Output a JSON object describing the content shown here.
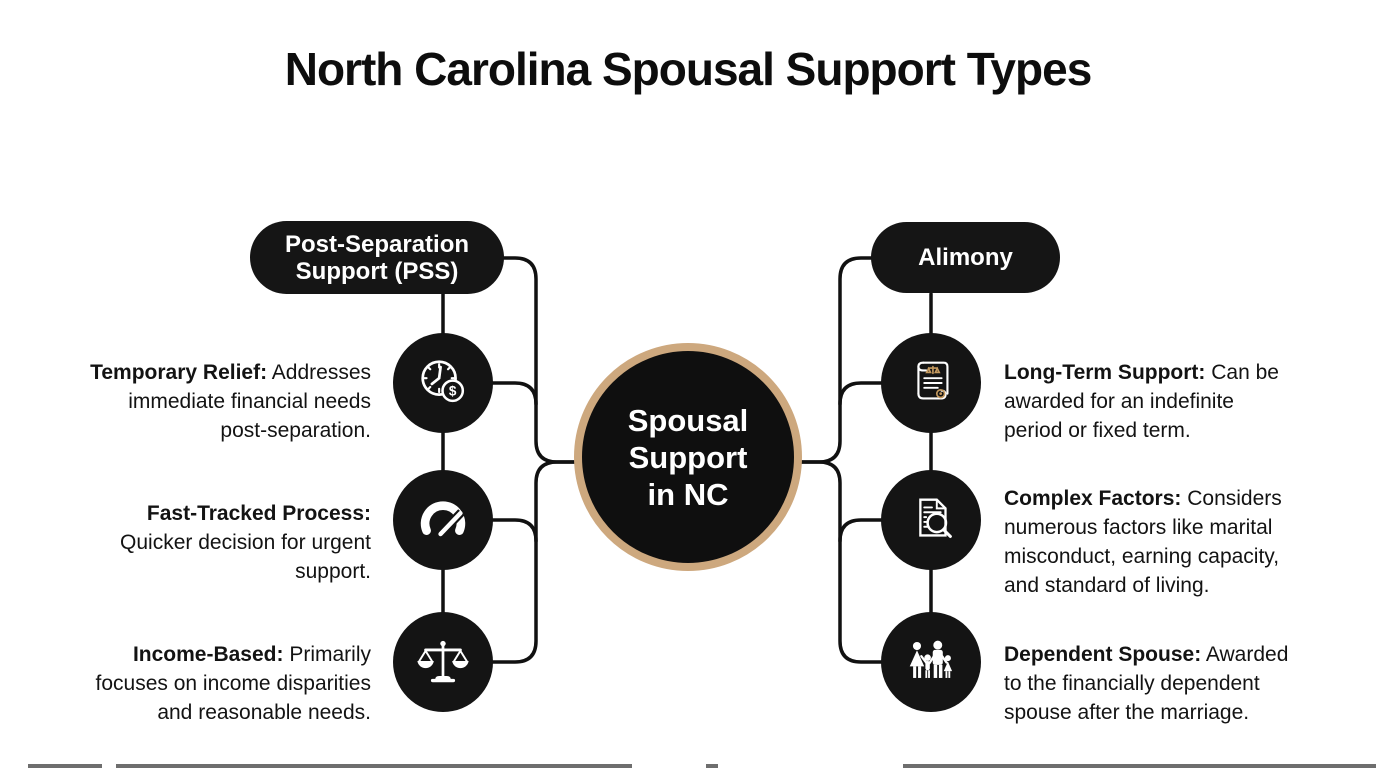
{
  "title": "North Carolina Spousal Support Types",
  "colors": {
    "node_fill": "#141414",
    "accent_border": "#cda87e",
    "connector": "#111111",
    "text": "#131313",
    "background": "#ffffff"
  },
  "center_node": {
    "line1": "Spousal",
    "line2": "Support",
    "line3": "in NC"
  },
  "left_branch": {
    "pill_line1": "Post-Separation",
    "pill_line2": "Support (PSS)",
    "items": [
      {
        "label": "Temporary Relief:",
        "text": "Addresses immediate financial needs post-separation.",
        "icon": "clock-dollar-icon"
      },
      {
        "label": "Fast-Tracked Process:",
        "text": "Quicker decision for urgent support.",
        "icon": "speedometer-icon"
      },
      {
        "label": "Income-Based:",
        "text": "Primarily focuses on income disparities and reasonable needs.",
        "icon": "scales-of-justice-icon"
      }
    ]
  },
  "right_branch": {
    "pill": "Alimony",
    "items": [
      {
        "label": "Long-Term Support:",
        "text": "Can be awarded for an indefinite period or fixed term.",
        "icon": "legal-scroll-icon"
      },
      {
        "label": "Complex Factors:",
        "text": "Considers numerous factors like marital misconduct, earning capacity, and standard of living.",
        "icon": "document-search-icon"
      },
      {
        "label": "Dependent Spouse:",
        "text": "Awarded to the financially dependent spouse after the marriage.",
        "icon": "family-icon"
      }
    ]
  }
}
